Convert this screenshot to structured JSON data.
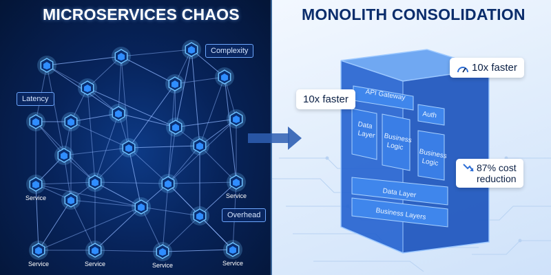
{
  "left_panel": {
    "title": "MICROSERVICES CHAOS",
    "callouts": {
      "complexity": "Complexity",
      "latency": "Latency",
      "overhead": "Overhead"
    },
    "service_label": "Service"
  },
  "right_panel": {
    "title": "MONOLITH CONSOLIDATION",
    "callouts": {
      "speed_top": "10x faster",
      "speed_left": "10x faster",
      "cost_line1": "87% cost",
      "cost_line2": "reduction"
    },
    "layers": {
      "api_gateway": "API Gateway",
      "data_layer_left_1": "Data",
      "data_layer_left_2": "Layer",
      "business_logic_1": "Business",
      "business_logic_2": "Logic",
      "auth": "Auth",
      "business_logic_right_1": "Business",
      "business_logic_right_2": "Logic",
      "data_layer_bottom": "Data Layer",
      "business_layers": "Business Layers"
    }
  },
  "colors": {
    "left_bg": "#07235a",
    "node": "#2f8dff",
    "node_glow": "#6fc2ff",
    "link": "#8fb6ff",
    "right_bg": "#e2eefc",
    "cube": "#2a6fe0",
    "title_right": "#0b2d6b",
    "arrow": "#2f5fb3"
  },
  "icons": {
    "node": "cube-node-icon",
    "speed": "speedometer-icon",
    "cost": "trend-down-icon",
    "transition": "arrow-right-icon"
  }
}
